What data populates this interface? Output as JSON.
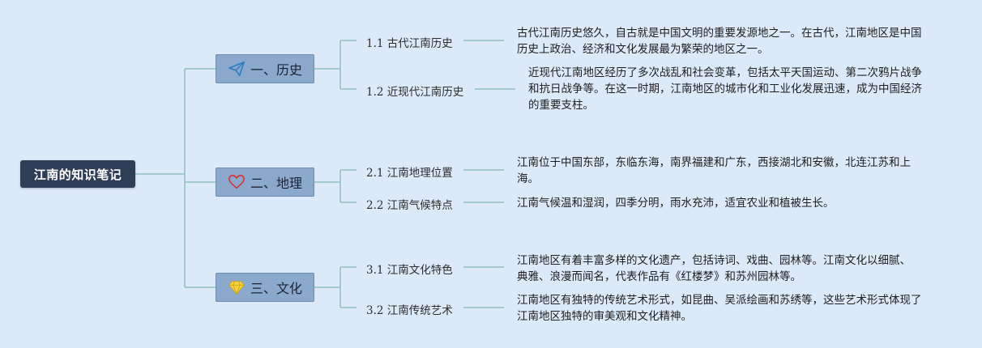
{
  "root": {
    "label": "江南的知识笔记"
  },
  "colors": {
    "line": "#8fbfbe",
    "root_bg": "#2f3e57",
    "branch_bg": "#8ba8cd",
    "background": "#dce9f9"
  },
  "branches": [
    {
      "label": "一、历史",
      "icon": "paper-plane-icon",
      "children": [
        {
          "label": "1.1 古代江南历史",
          "text": "古代江南历史悠久，自古就是中国文明的重要发源地之一。在古代，江南地区是中国历史上政治、经济和文化发展最为繁荣的地区之一。"
        },
        {
          "label": "1.2 近现代江南历史",
          "text": "近现代江南地区经历了多次战乱和社会变革，包括太平天国运动、第二次鸦片战争和抗日战争等。在这一时期，江南地区的城市化和工业化发展迅速，成为中国经济的重要支柱。"
        }
      ]
    },
    {
      "label": "二、地理",
      "icon": "heart-icon",
      "children": [
        {
          "label": "2.1 江南地理位置",
          "text": "江南位于中国东部，东临东海，南界福建和广东，西接湖北和安徽，北连江苏和上海。"
        },
        {
          "label": "2.2 江南气候特点",
          "text": "江南气候温和湿润，四季分明，雨水充沛，适宜农业和植被生长。"
        }
      ]
    },
    {
      "label": "三、文化",
      "icon": "diamond-icon",
      "children": [
        {
          "label": "3.1 江南文化特色",
          "text": "江南地区有着丰富多样的文化遗产，包括诗词、戏曲、园林等。江南文化以细腻、典雅、浪漫而闻名，代表作品有《红楼梦》和苏州园林等。"
        },
        {
          "label": "3.2 江南传统艺术",
          "text": "江南地区有独特的传统艺术形式，如昆曲、吴派绘画和苏绣等，这些艺术形式体现了江南地区独特的审美观和文化精神。"
        }
      ]
    }
  ]
}
